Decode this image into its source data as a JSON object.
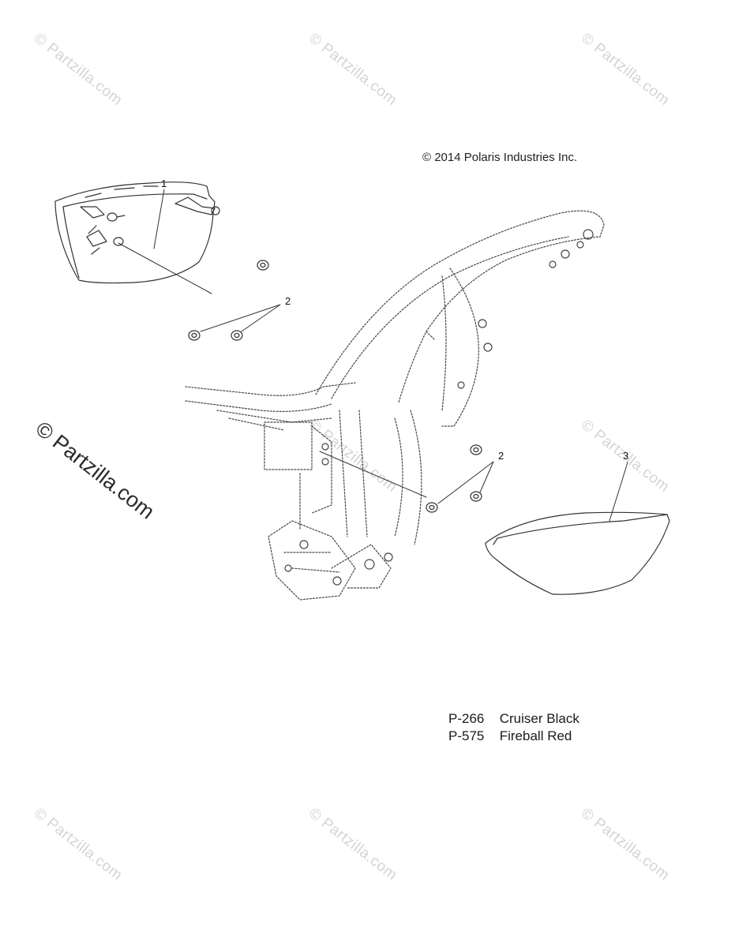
{
  "copyright": "© 2014 Polaris Industries Inc.",
  "watermark": "© Partzilla.com",
  "callouts": {
    "c1": "1",
    "c2a": "2",
    "c2b": "2",
    "c3": "3"
  },
  "legend": [
    {
      "code": "P-266",
      "name": "Cruiser Black"
    },
    {
      "code": "P-575",
      "name": "Fireball Red"
    }
  ]
}
